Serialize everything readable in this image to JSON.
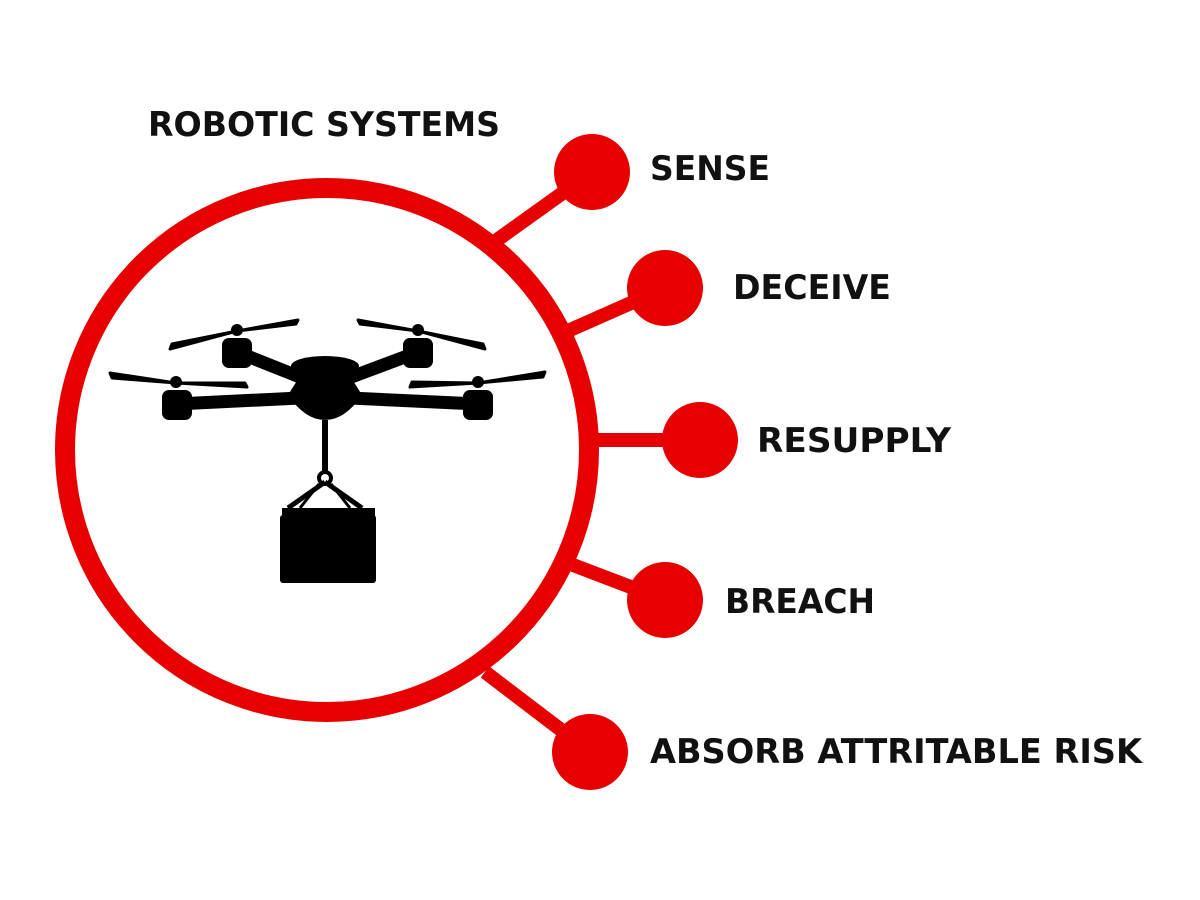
{
  "title": "ROBOTIC SYSTEMS",
  "capabilities": [
    {
      "label": "SENSE"
    },
    {
      "label": "DECEIVE"
    },
    {
      "label": "RESUPPLY"
    },
    {
      "label": "BREACH"
    },
    {
      "label": "ABSORB ATTRITABLE RISK"
    }
  ],
  "center_icon": "drone-with-package-icon",
  "colors": {
    "accent": "#e60000",
    "text": "#111111",
    "icon": "#000000",
    "background": "#ffffff"
  }
}
